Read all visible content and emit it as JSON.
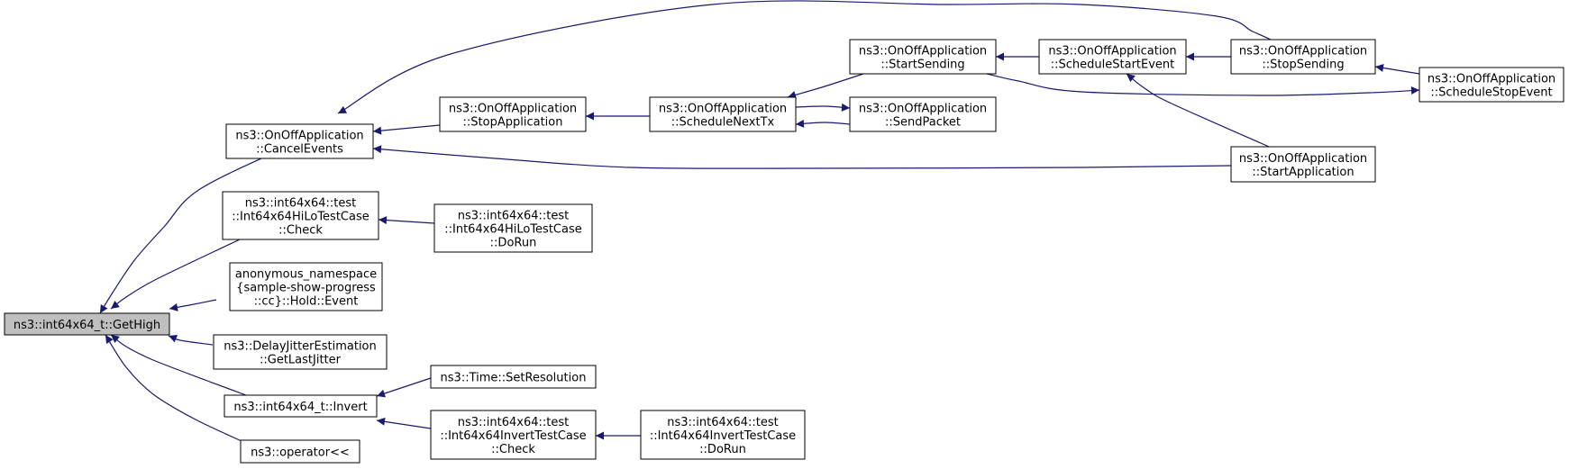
{
  "diagram": {
    "root": "getHigh",
    "nodes": [
      {
        "id": "getHigh",
        "lines": [
          "ns3::int64x64_t::GetHigh"
        ]
      },
      {
        "id": "cancelEvents",
        "lines": [
          "ns3::OnOffApplication",
          "::CancelEvents"
        ]
      },
      {
        "id": "hiLoCheck",
        "lines": [
          "ns3::int64x64::test",
          "::Int64x64HiLoTestCase",
          "::Check"
        ]
      },
      {
        "id": "holdEvent",
        "lines": [
          "anonymous_namespace",
          "{sample-show-progress",
          "::cc}::Hold::Event"
        ]
      },
      {
        "id": "getLastJitter",
        "lines": [
          "ns3::DelayJitterEstimation",
          "::GetLastJitter"
        ]
      },
      {
        "id": "invert",
        "lines": [
          "ns3::int64x64_t::Invert"
        ]
      },
      {
        "id": "operatorShl",
        "lines": [
          "ns3::operator<<"
        ]
      },
      {
        "id": "stopApplication",
        "lines": [
          "ns3::OnOffApplication",
          "::StopApplication"
        ]
      },
      {
        "id": "hiLoDoRun",
        "lines": [
          "ns3::int64x64::test",
          "::Int64x64HiLoTestCase",
          "::DoRun"
        ]
      },
      {
        "id": "setResolution",
        "lines": [
          "ns3::Time::SetResolution"
        ]
      },
      {
        "id": "invertCheck",
        "lines": [
          "ns3::int64x64::test",
          "::Int64x64InvertTestCase",
          "::Check"
        ]
      },
      {
        "id": "scheduleNextTx",
        "lines": [
          "ns3::OnOffApplication",
          "::ScheduleNextTx"
        ]
      },
      {
        "id": "invertDoRun",
        "lines": [
          "ns3::int64x64::test",
          "::Int64x64InvertTestCase",
          "::DoRun"
        ]
      },
      {
        "id": "startSending",
        "lines": [
          "ns3::OnOffApplication",
          "::StartSending"
        ]
      },
      {
        "id": "sendPacket",
        "lines": [
          "ns3::OnOffApplication",
          "::SendPacket"
        ]
      },
      {
        "id": "scheduleStartEvent",
        "lines": [
          "ns3::OnOffApplication",
          "::ScheduleStartEvent"
        ]
      },
      {
        "id": "stopSending",
        "lines": [
          "ns3::OnOffApplication",
          "::StopSending"
        ]
      },
      {
        "id": "startApplication",
        "lines": [
          "ns3::OnOffApplication",
          "::StartApplication"
        ]
      },
      {
        "id": "scheduleStopEvent",
        "lines": [
          "ns3::OnOffApplication",
          "::ScheduleStopEvent"
        ]
      }
    ],
    "edges": [
      {
        "from": "cancelEvents",
        "to": "getHigh"
      },
      {
        "from": "hiLoCheck",
        "to": "getHigh"
      },
      {
        "from": "holdEvent",
        "to": "getHigh"
      },
      {
        "from": "getLastJitter",
        "to": "getHigh"
      },
      {
        "from": "invert",
        "to": "getHigh"
      },
      {
        "from": "operatorShl",
        "to": "getHigh"
      },
      {
        "from": "stopApplication",
        "to": "cancelEvents"
      },
      {
        "from": "stopSending",
        "to": "cancelEvents"
      },
      {
        "from": "startApplication",
        "to": "cancelEvents"
      },
      {
        "from": "hiLoDoRun",
        "to": "hiLoCheck"
      },
      {
        "from": "setResolution",
        "to": "invert"
      },
      {
        "from": "invertCheck",
        "to": "invert"
      },
      {
        "from": "scheduleNextTx",
        "to": "stopApplication"
      },
      {
        "from": "invertDoRun",
        "to": "invertCheck"
      },
      {
        "from": "startSending",
        "to": "scheduleNextTx"
      },
      {
        "from": "sendPacket",
        "to": "scheduleNextTx"
      },
      {
        "from": "scheduleNextTx",
        "to": "sendPacket"
      },
      {
        "from": "scheduleStartEvent",
        "to": "startSending"
      },
      {
        "from": "stopSending",
        "to": "scheduleStartEvent"
      },
      {
        "from": "startApplication",
        "to": "scheduleStartEvent"
      },
      {
        "from": "scheduleStopEvent",
        "to": "stopSending"
      },
      {
        "from": "startSending",
        "to": "scheduleStopEvent"
      }
    ]
  }
}
